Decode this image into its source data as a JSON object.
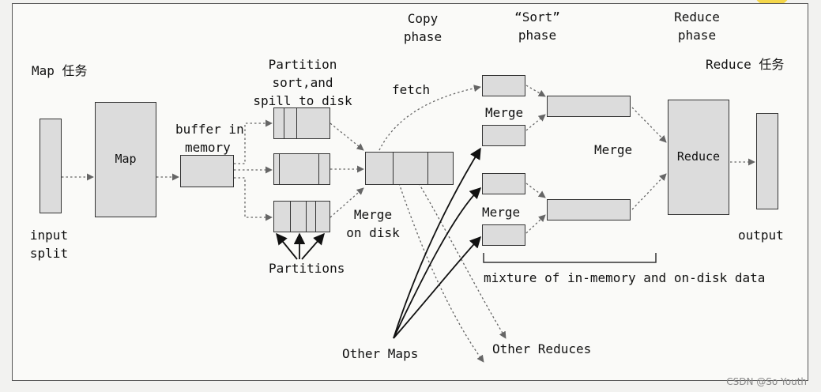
{
  "labels": {
    "map_task": "Map 任务",
    "reduce_task": "Reduce 任务",
    "copy_phase": [
      "Copy",
      "phase"
    ],
    "sort_phase": [
      "“Sort”",
      "phase"
    ],
    "reduce_phase": [
      "Reduce",
      "phase"
    ],
    "partition_sort_spill": [
      "Partition",
      "sort,and",
      "spill to disk"
    ],
    "fetch": "fetch",
    "buffer_in_memory": [
      "buffer in",
      "memory"
    ],
    "input_split": [
      "input",
      "split"
    ],
    "merge_on_disk": [
      "Merge",
      "on disk"
    ],
    "partitions": "Partitions",
    "merge_top": "Merge",
    "merge_mid": "Merge",
    "merge_bottom": "Merge",
    "mixture": "mixture of in-memory and on-disk data",
    "other_maps": "Other Maps",
    "other_reduces": "Other Reduces",
    "output": "output"
  },
  "boxes": {
    "map": "Map",
    "reduce": "Reduce"
  },
  "watermark": "CSDN @So Youth",
  "colors": {
    "box_fill": "#dcdcdc",
    "stroke": "#333333",
    "dotted_arrow": "#666666"
  }
}
